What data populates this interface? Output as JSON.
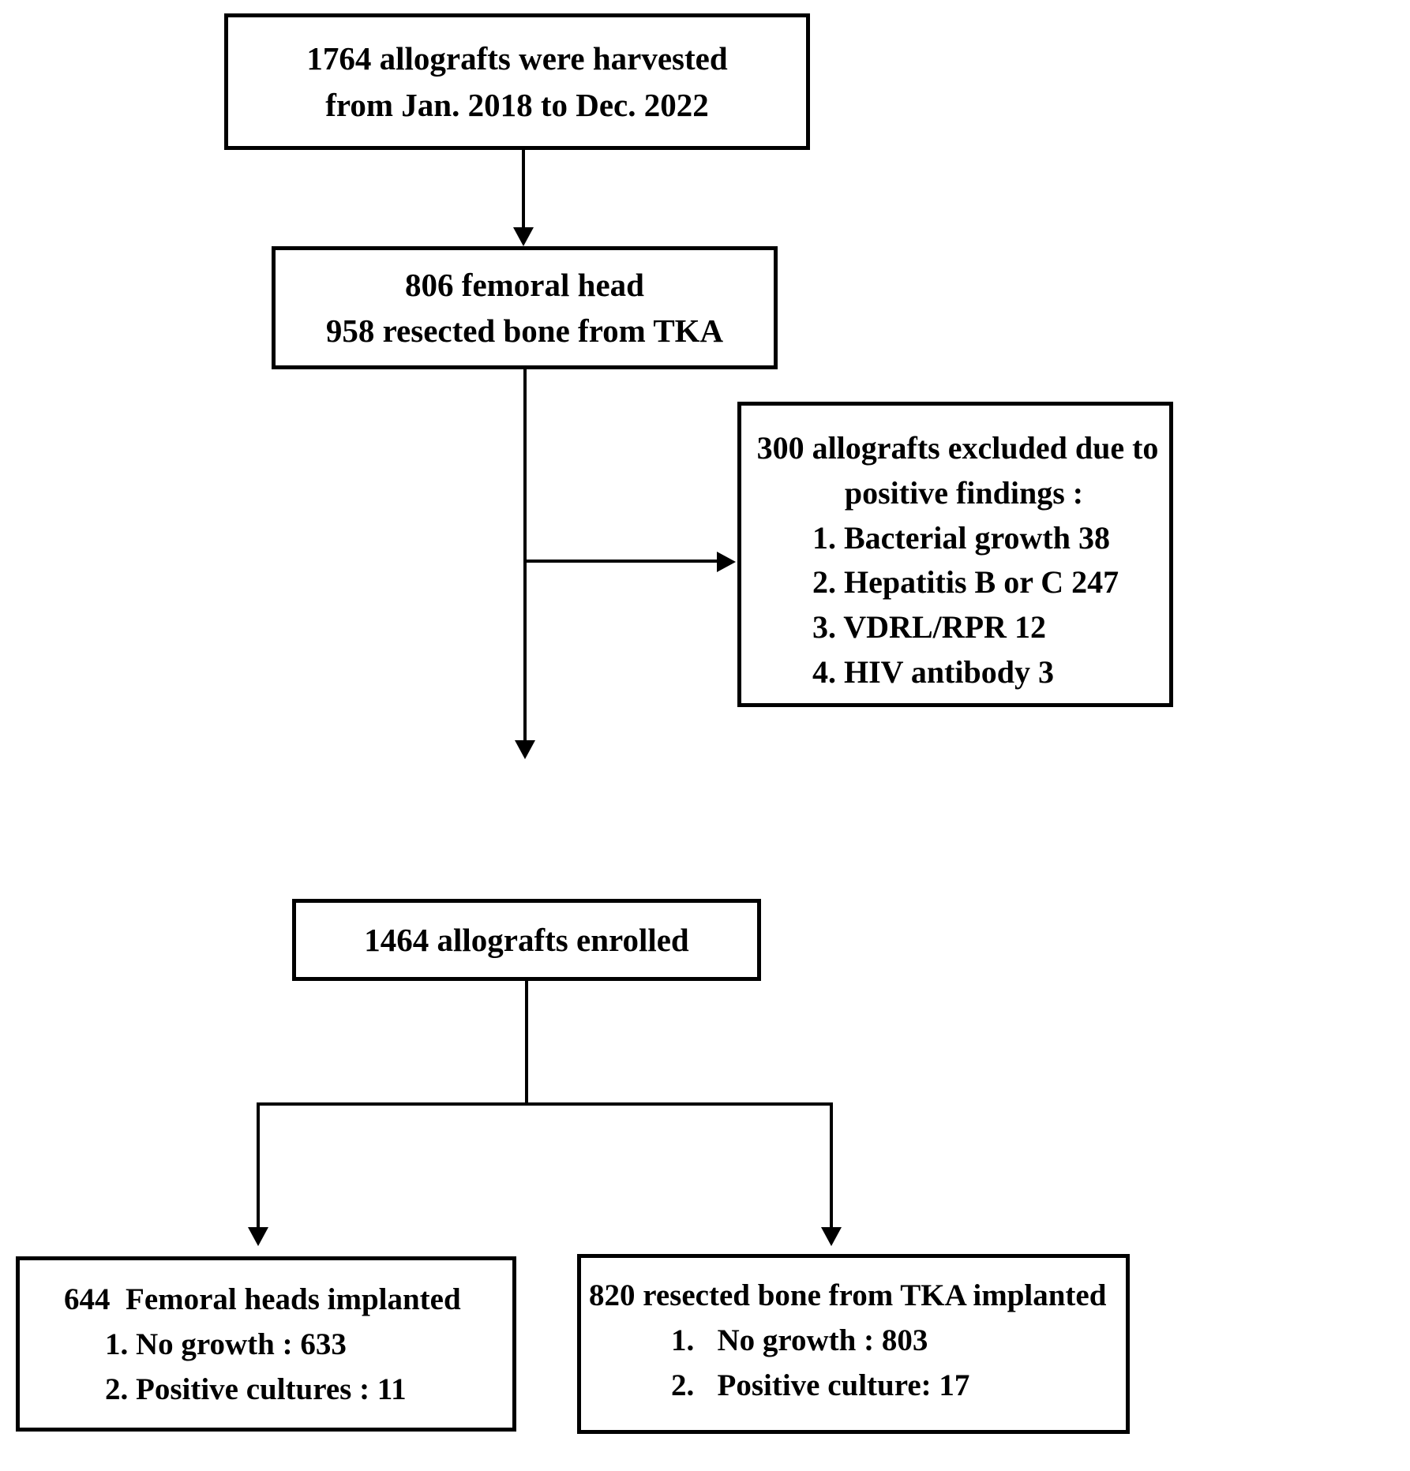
{
  "figure": {
    "type": "flowchart",
    "title": "Allograft enrollment flow diagram"
  },
  "nodes": {
    "harvested": {
      "lines": [
        "1764 allografts were harvested",
        "from Jan. 2018 to Dec. 2022"
      ]
    },
    "sources": {
      "lines": [
        "806 femoral head",
        "958 resected bone from TKA"
      ]
    },
    "excluded": {
      "header1": "300 allografts excluded due to",
      "header2": "positive findings :",
      "items": [
        "1. Bacterial growth 38",
        "2. Hepatitis B or C 247",
        "3. VDRL/RPR 12",
        "4. HIV antibody 3"
      ]
    },
    "enrolled": {
      "lines": [
        "1464 allografts enrolled"
      ]
    },
    "femoral_implanted": {
      "header": "644  Femoral heads implanted",
      "items": [
        "1. No growth : 633",
        "2. Positive cultures : 11"
      ]
    },
    "tka_implanted": {
      "header": "820 resected bone from TKA implanted",
      "items": [
        "1.   No growth : 803",
        "2.   Positive culture: 17"
      ]
    }
  },
  "edges": [
    {
      "name": "harvested-to-sources",
      "from": "harvested",
      "to": "sources",
      "style": "arrow-down"
    },
    {
      "name": "sources-to-excluded",
      "from": "sources",
      "to": "excluded",
      "style": "arrow-right"
    },
    {
      "name": "sources-to-enrolled",
      "from": "sources",
      "to": "enrolled",
      "style": "arrow-down"
    },
    {
      "name": "enrolled-to-femoral",
      "from": "enrolled",
      "to": "femoral_implanted",
      "style": "arrow-down-split-left"
    },
    {
      "name": "enrolled-to-tka",
      "from": "enrolled",
      "to": "tka_implanted",
      "style": "arrow-down-split-right"
    }
  ],
  "colors": {
    "stroke": "#000000",
    "text": "#000000",
    "background": "#ffffff"
  }
}
